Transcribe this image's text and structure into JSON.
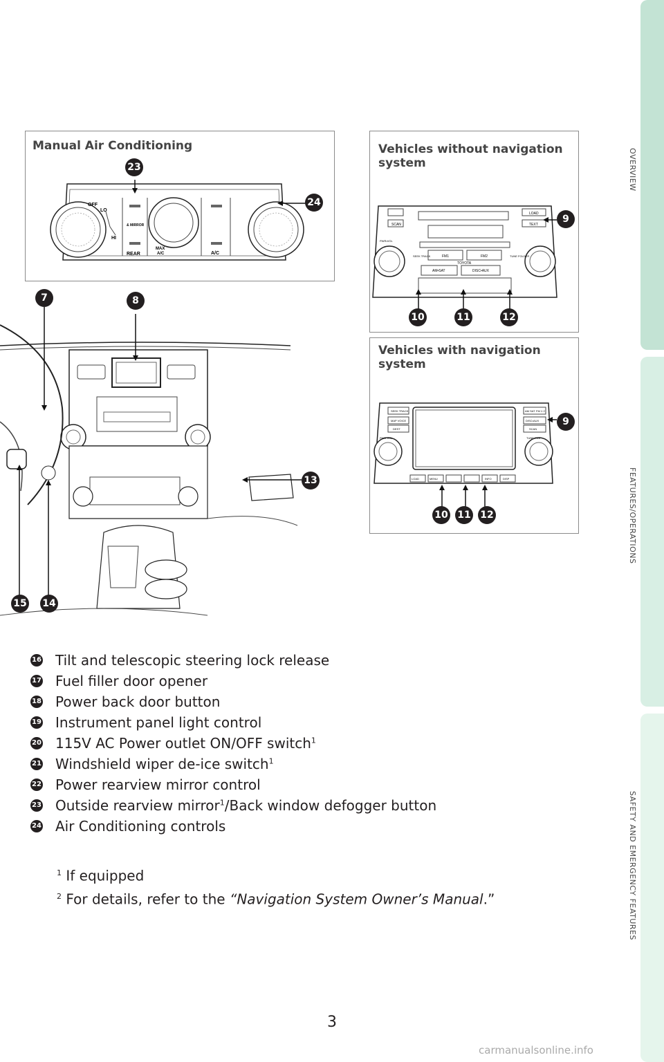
{
  "sidebar": {
    "tabs": [
      {
        "label": "OVERVIEW"
      },
      {
        "label": "FEATURES/OPERATIONS"
      },
      {
        "label": "SAFETY AND EMERGENCY FEATURES"
      }
    ]
  },
  "figures": {
    "manual_ac": {
      "title": "Manual Air Conditioning",
      "callouts": [
        "23",
        "24"
      ],
      "labels": {
        "off": "OFF",
        "lo": "LO",
        "hi": "HI",
        "mirror": "& MIRROR",
        "rear": "REAR",
        "max": "MAX",
        "ac_small": "A/C",
        "ac": "A/C"
      }
    },
    "without_nav": {
      "title_line1": "Vehicles without navigation",
      "title_line2": "system",
      "callouts": [
        "9",
        "10",
        "11",
        "12"
      ],
      "labels": {
        "scan": "SCAN",
        "load": "LOAD",
        "text": "TEXT",
        "pwr": "PWR•VOL",
        "seek": "SEEK TRACK",
        "tune": "TUNE FOLDER",
        "fm1": "FM1",
        "fm2": "FM2",
        "toyota": "TOYOTA",
        "am": "AM•SAT",
        "disc": "DISC•AUX"
      }
    },
    "with_nav": {
      "title_line1": "Vehicles with navigation",
      "title_line2": "system",
      "callouts": [
        "9",
        "10",
        "11",
        "12"
      ],
      "labels": {
        "seek": "SEEK TRACK",
        "map": "MAP VOICE",
        "dest": "DEST",
        "pwr": "PWR VOL",
        "am": "AM SAT",
        "fm": "FM 1·2",
        "disc": "DISC•AUX",
        "scan": "SCAN",
        "tune": "TUNE FILE",
        "menu": "MENU",
        "info": "INFO",
        "disp": "DISP",
        "load": "LOAD"
      }
    },
    "dashboard": {
      "callouts": [
        "7",
        "8",
        "13",
        "14",
        "15"
      ]
    }
  },
  "legend": [
    {
      "num": "16",
      "text": "Tilt and telescopic steering lock release"
    },
    {
      "num": "17",
      "text": "Fuel filler door opener"
    },
    {
      "num": "18",
      "text": "Power back door button"
    },
    {
      "num": "19",
      "text": "Instrument panel light control"
    },
    {
      "num": "20",
      "text": "115V AC Power outlet ON/OFF switch",
      "sup": "1"
    },
    {
      "num": "21",
      "text": "Windshield wiper de-ice switch",
      "sup": "1"
    },
    {
      "num": "22",
      "text": "Power rearview mirror control"
    },
    {
      "num": "23",
      "text": "Outside rearview mirror",
      "sup": "1",
      "text2": "/Back window defogger button"
    },
    {
      "num": "24",
      "text": "Air Conditioning controls"
    }
  ],
  "footnotes": {
    "fn1_mark": "1",
    "fn1_text": "If equipped",
    "fn2_mark": "2",
    "fn2_text": "For details, refer to the ",
    "fn2_quote_open": "“",
    "fn2_title": "Navigation System Owner’s Manual",
    "fn2_quote_close": ".”"
  },
  "page_number": "3",
  "watermark": "carmanualsonline.info"
}
